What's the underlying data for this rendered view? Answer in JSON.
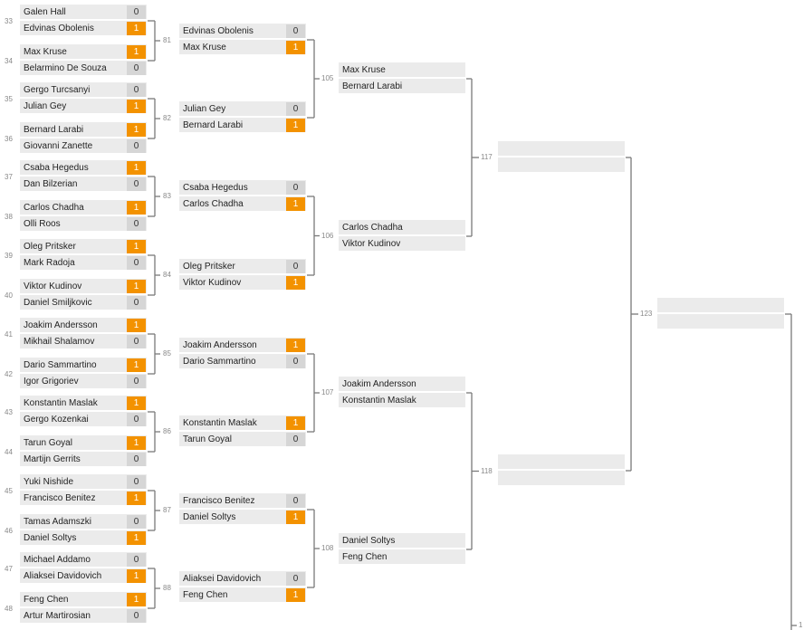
{
  "accent_color": "#f39200",
  "loss_color": "#d6d6d6",
  "rounds": [
    {
      "name": "round-1",
      "matches": [
        {
          "seed_top": "33",
          "seed_bottom": "34",
          "players": [
            {
              "name": "Galen Hall",
              "score": "0",
              "win": false
            },
            {
              "name": "Edvinas Obolenis",
              "score": "1",
              "win": true
            },
            {
              "name": "Max Kruse",
              "score": "1",
              "win": true
            },
            {
              "name": "Belarmino De Souza",
              "score": "0",
              "win": false
            }
          ]
        },
        {
          "seed_top": "35",
          "seed_bottom": "36",
          "players": [
            {
              "name": "Gergo Turcsanyi",
              "score": "0",
              "win": false
            },
            {
              "name": "Julian Gey",
              "score": "1",
              "win": true
            },
            {
              "name": "Bernard Larabi",
              "score": "1",
              "win": true
            },
            {
              "name": "Giovanni Zanette",
              "score": "0",
              "win": false
            }
          ]
        },
        {
          "seed_top": "37",
          "seed_bottom": "38",
          "players": [
            {
              "name": "Csaba Hegedus",
              "score": "1",
              "win": true
            },
            {
              "name": "Dan Bilzerian",
              "score": "0",
              "win": false
            },
            {
              "name": "Carlos Chadha",
              "score": "1",
              "win": true
            },
            {
              "name": "Olli Roos",
              "score": "0",
              "win": false
            }
          ]
        },
        {
          "seed_top": "39",
          "seed_bottom": "40",
          "players": [
            {
              "name": "Oleg Pritsker",
              "score": "1",
              "win": true
            },
            {
              "name": "Mark Radoja",
              "score": "0",
              "win": false
            },
            {
              "name": "Viktor Kudinov",
              "score": "1",
              "win": true
            },
            {
              "name": "Daniel Smiljkovic",
              "score": "0",
              "win": false
            }
          ]
        },
        {
          "seed_top": "41",
          "seed_bottom": "42",
          "players": [
            {
              "name": "Joakim Andersson",
              "score": "1",
              "win": true
            },
            {
              "name": "Mikhail Shalamov",
              "score": "0",
              "win": false
            },
            {
              "name": "Dario Sammartino",
              "score": "1",
              "win": true
            },
            {
              "name": "Igor Grigoriev",
              "score": "0",
              "win": false
            }
          ]
        },
        {
          "seed_top": "43",
          "seed_bottom": "44",
          "players": [
            {
              "name": "Konstantin Maslak",
              "score": "1",
              "win": true
            },
            {
              "name": "Gergo Kozenkai",
              "score": "0",
              "win": false
            },
            {
              "name": "Tarun Goyal",
              "score": "1",
              "win": true
            },
            {
              "name": "Martijn Gerrits",
              "score": "0",
              "win": false
            }
          ]
        },
        {
          "seed_top": "45",
          "seed_bottom": "46",
          "players": [
            {
              "name": "Yuki Nishide",
              "score": "0",
              "win": false
            },
            {
              "name": "Francisco Benitez",
              "score": "1",
              "win": true
            },
            {
              "name": "Tamas Adamszki",
              "score": "0",
              "win": false
            },
            {
              "name": "Daniel Soltys",
              "score": "1",
              "win": true
            }
          ]
        },
        {
          "seed_top": "47",
          "seed_bottom": "48",
          "players": [
            {
              "name": "Michael Addamo",
              "score": "0",
              "win": false
            },
            {
              "name": "Aliaksei Davidovich",
              "score": "1",
              "win": true
            },
            {
              "name": "Feng Chen",
              "score": "1",
              "win": true
            },
            {
              "name": "Artur Martirosian",
              "score": "0",
              "win": false
            }
          ]
        }
      ]
    },
    {
      "name": "round-2",
      "matches": [
        {
          "number": "81",
          "players": [
            {
              "name": "Edvinas Obolenis",
              "score": "0",
              "win": false
            },
            {
              "name": "Max Kruse",
              "score": "1",
              "win": true
            }
          ]
        },
        {
          "number": "82",
          "players": [
            {
              "name": "Julian Gey",
              "score": "0",
              "win": false
            },
            {
              "name": "Bernard Larabi",
              "score": "1",
              "win": true
            }
          ]
        },
        {
          "number": "83",
          "players": [
            {
              "name": "Csaba Hegedus",
              "score": "0",
              "win": false
            },
            {
              "name": "Carlos Chadha",
              "score": "1",
              "win": true
            }
          ]
        },
        {
          "number": "84",
          "players": [
            {
              "name": "Oleg Pritsker",
              "score": "0",
              "win": false
            },
            {
              "name": "Viktor Kudinov",
              "score": "1",
              "win": true
            }
          ]
        },
        {
          "number": "85",
          "players": [
            {
              "name": "Joakim Andersson",
              "score": "1",
              "win": true
            },
            {
              "name": "Dario Sammartino",
              "score": "0",
              "win": false
            }
          ]
        },
        {
          "number": "86",
          "players": [
            {
              "name": "Konstantin Maslak",
              "score": "1",
              "win": true
            },
            {
              "name": "Tarun Goyal",
              "score": "0",
              "win": false
            }
          ]
        },
        {
          "number": "87",
          "players": [
            {
              "name": "Francisco Benitez",
              "score": "0",
              "win": false
            },
            {
              "name": "Daniel Soltys",
              "score": "1",
              "win": true
            }
          ]
        },
        {
          "number": "88",
          "players": [
            {
              "name": "Aliaksei Davidovich",
              "score": "0",
              "win": false
            },
            {
              "name": "Feng Chen",
              "score": "1",
              "win": true
            }
          ]
        }
      ]
    },
    {
      "name": "round-3",
      "matches": [
        {
          "number": "105",
          "players": [
            {
              "name": "Max Kruse"
            },
            {
              "name": "Bernard Larabi"
            }
          ]
        },
        {
          "number": "106",
          "players": [
            {
              "name": "Carlos Chadha"
            },
            {
              "name": "Viktor Kudinov"
            }
          ]
        },
        {
          "number": "107",
          "players": [
            {
              "name": "Joakim Andersson"
            },
            {
              "name": "Konstantin Maslak"
            }
          ]
        },
        {
          "number": "108",
          "players": [
            {
              "name": "Daniel Soltys"
            },
            {
              "name": "Feng Chen"
            }
          ]
        }
      ]
    },
    {
      "name": "round-4",
      "matches": [
        {
          "number": "117",
          "players": [
            {
              "name": ""
            },
            {
              "name": ""
            }
          ]
        },
        {
          "number": "118",
          "players": [
            {
              "name": ""
            },
            {
              "name": ""
            }
          ]
        }
      ]
    },
    {
      "name": "round-5",
      "matches": [
        {
          "number": "123",
          "players": [
            {
              "name": ""
            },
            {
              "name": ""
            }
          ]
        }
      ]
    }
  ],
  "edge_label": "1"
}
